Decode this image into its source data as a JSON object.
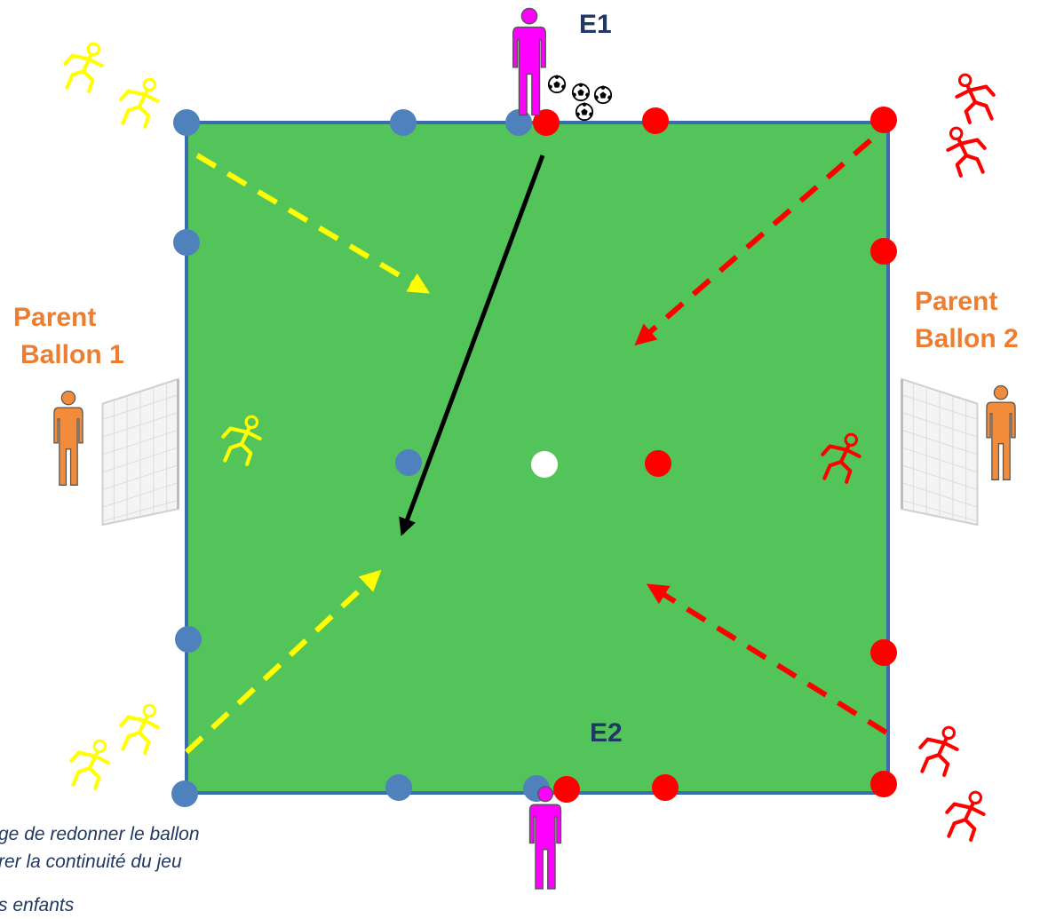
{
  "labels": {
    "coach_top": "E1",
    "coach_bottom": "E2",
    "parent_left": [
      "Parent",
      "Ballon 1"
    ],
    "parent_right": [
      "Parent",
      "Ballon 2"
    ]
  },
  "note": {
    "lines": [
      "ge de redonner le ballon",
      "rer la continuité du jeu",
      "s enfants"
    ]
  },
  "colors": {
    "field": "#52c45a",
    "field_border": "#3d6bb0",
    "team_blue_cone": "#4f81bd",
    "team_red_cone": "#ff0000",
    "yellow_player": "#ffff00",
    "red_player": "#ff0000",
    "coach": "#ff00ff",
    "parent": "#f08c3c",
    "center_ball": "#ffffff",
    "pass_arrow": "#000000"
  },
  "icons": {
    "coach": "person-icon",
    "parent": "person-icon",
    "player": "running-player-icon",
    "balls": "soccer-ball-icon",
    "goal": "goal-net-icon"
  }
}
